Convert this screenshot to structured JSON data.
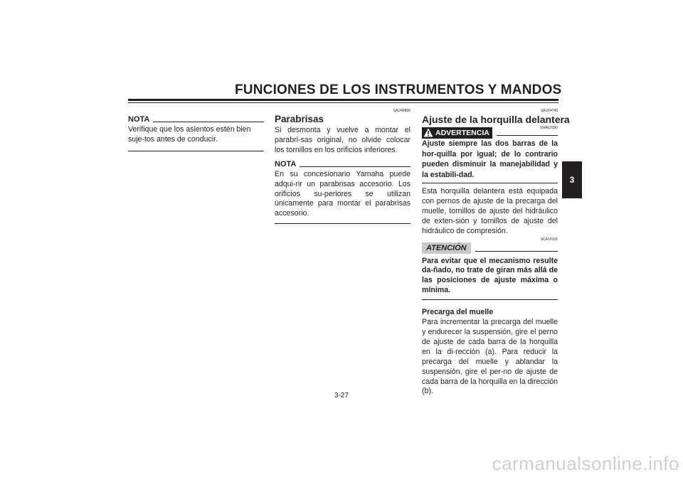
{
  "header": {
    "title": "FUNCIONES DE LOS INSTRUMENTOS Y MANDOS"
  },
  "col1": {
    "nota_label": "NOTA",
    "nota_text": "Verifique que los asientos estén bien suje-tos antes de conducir."
  },
  "col2": {
    "code": "SAU49880",
    "heading": "Parabrisas",
    "body": "Si desmonta y vuelve a montar el parabri-sas original, no olvide colocar los tornillos en los orificios inferiores.",
    "nota_label": "NOTA",
    "nota_text": "En su concesionario Yamaha puede adqui-rir un parabrisas accesorio. Los orificios su-periores se utilizan únicamente para montar el parabrisas accesorio."
  },
  "col3": {
    "code": "SAU14743",
    "heading": "Ajuste de la horquilla delantera",
    "warning_code": "SWA10180",
    "warning_label": "ADVERTENCIA",
    "warning_text": "Ajuste siempre las dos barras de la hor-quilla por igual; de lo contrario pueden disminuir la manejabilidad y la estabili-dad.",
    "body": "Esta horquilla delantera está equipada con pernos de ajuste de la precarga del muelle, tornillos de ajuste del hidráulico de exten-sión y tornillos de ajuste del hidráulico de compresión.",
    "caution_code": "SCA10101",
    "caution_label": "ATENCIÓN",
    "caution_text": "Para evitar que el mecanismo resulte da-ñado, no trate de giran más allá de las posiciones de ajuste máxima o mínima.",
    "subheading": "Precarga del muelle",
    "precarga_text": "Para incrementar la precarga del muelle y endurecer la suspensión, gire el perno de ajuste de cada barra de la horquilla en la di-rección (a). Para reducir la precarga del muelle y ablandar la suspensión, gire el per-no de ajuste de cada barra de la horquilla en la dirección (b)."
  },
  "page_number": "3-27",
  "section_tab": "3",
  "watermark": "carmanualsonline.info"
}
